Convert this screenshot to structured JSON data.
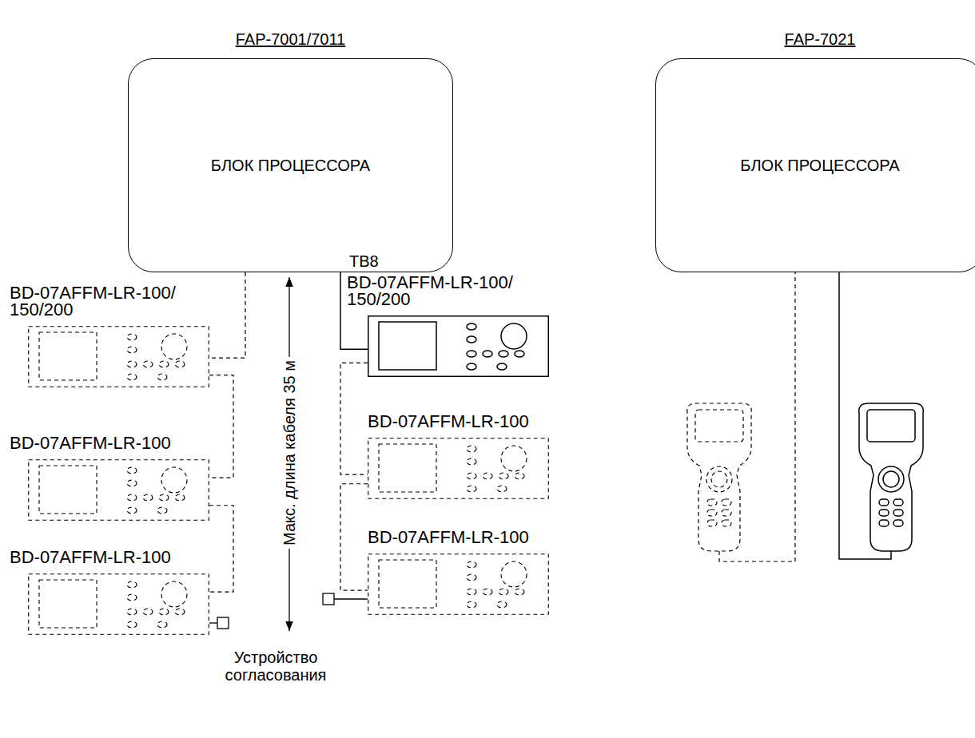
{
  "diagram": {
    "nodes": [
      {
        "text": [
          "FAP-7001/7011",
          "БЛОК ПРОЦЕССОРА"
        ]
      },
      {
        "text": [
          "FAP-7021",
          "БЛОК ПРОЦЕССОРА"
        ]
      },
      {
        "text": [
          "BD-07AFFM-LR-100/ 150/200"
        ]
      },
      {
        "text": [
          "BD-07AFFM-LR-100"
        ]
      },
      {
        "text": [
          "BD-07AFFM-LR-100"
        ]
      },
      {
        "text": [
          "BD-07AFFM-LR-100/ 150/200"
        ]
      },
      {
        "text": [
          "BD-07AFFM-LR-100"
        ]
      },
      {
        "text": [
          "BD-07AFFM-LR-100"
        ]
      }
    ],
    "edges": [
      {
        "from": 0,
        "to": 2,
        "arrow": "none"
      },
      {
        "from": 2,
        "to": 3,
        "arrow": "none"
      },
      {
        "from": 3,
        "to": 4,
        "arrow": "none"
      },
      {
        "from": 0,
        "to": 5,
        "arrow": "none"
      },
      {
        "from": 5,
        "to": 6,
        "arrow": "none"
      },
      {
        "from": 6,
        "to": 7,
        "arrow": "none"
      }
    ],
    "labels": [
      "TB8",
      "Макс. длина кабеля 35 м",
      "Устройство согласования"
    ]
  }
}
